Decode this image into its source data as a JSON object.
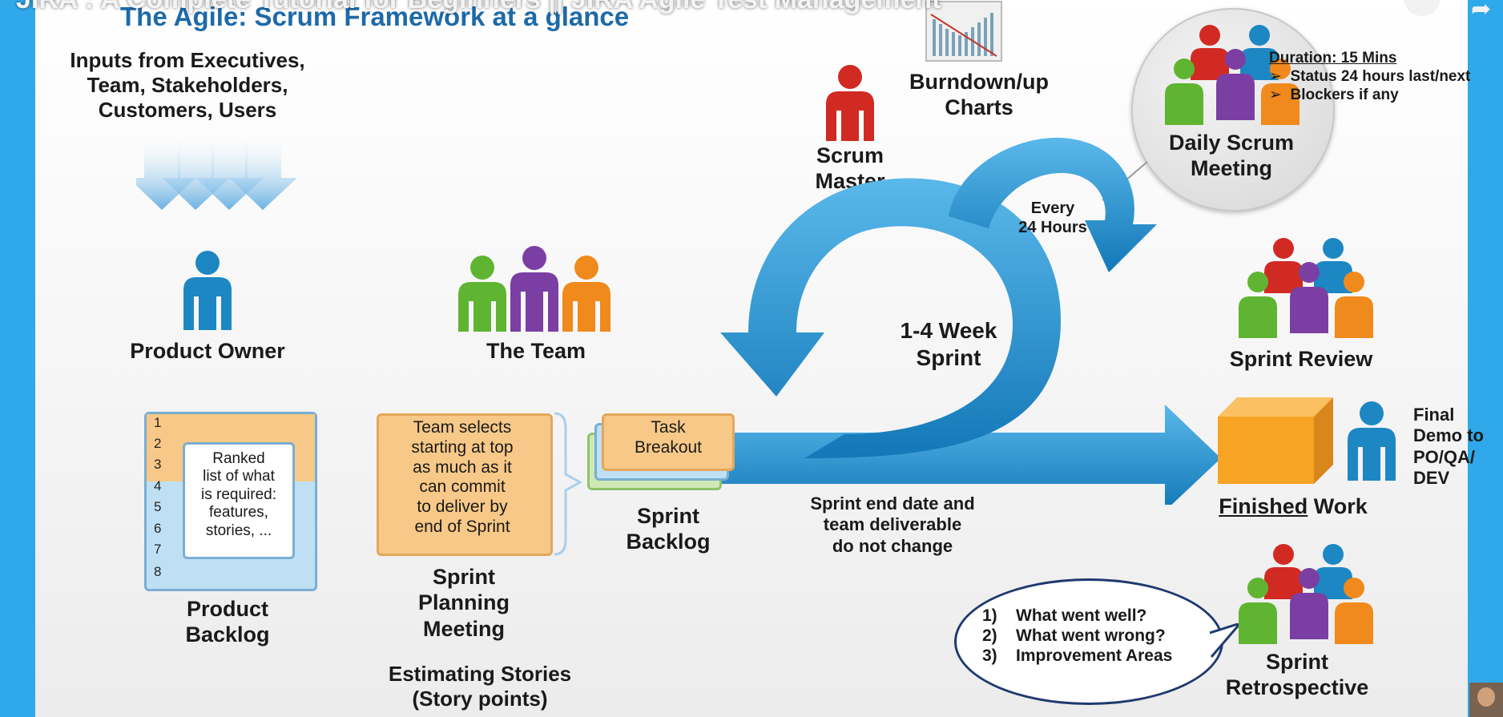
{
  "video": {
    "title": "JIRA : A Complete Tutorial for Beginners || JIRA Agile Test Management"
  },
  "slide": {
    "title": "The Agile: Scrum Framework at a glance",
    "inputs": [
      "Inputs from Executives,",
      "Team, Stakeholders,",
      "Customers, Users"
    ],
    "product_owner": "Product Owner",
    "the_team": "The Team",
    "scrum_master": [
      "Scrum",
      "Master"
    ],
    "burndown": [
      "Burndown/up",
      "Charts"
    ],
    "daily_scrum": [
      "Daily Scrum",
      "Meeting"
    ],
    "duration": {
      "heading": "Duration: 15 Mins",
      "items": [
        "Status 24 hours last/next",
        "Blockers if any"
      ],
      "bullet": "➢"
    },
    "every_24": [
      "Every",
      "24 Hours"
    ],
    "sprint_loop": [
      "1-4 Week",
      "Sprint"
    ],
    "sprint_review": "Sprint Review",
    "final_demo": [
      "Final",
      "Demo to",
      "PO/QA/",
      "DEV"
    ],
    "finished_work": {
      "underlined": "Finished",
      "rest": " Work"
    },
    "product_backlog": {
      "rows": [
        "1",
        "2",
        "3",
        "4",
        "5",
        "6",
        "7",
        "8"
      ],
      "card": [
        "Ranked",
        "list of what",
        "is required:",
        "features,",
        "stories, ..."
      ],
      "label": [
        "Product",
        "Backlog"
      ]
    },
    "sprint_planning": {
      "card": [
        "Team selects",
        "starting at top",
        "as much as it",
        "can commit",
        "to deliver by",
        "end of Sprint"
      ],
      "label": [
        "Sprint",
        "Planning",
        "Meeting"
      ],
      "estimating": [
        "Estimating Stories",
        "(Story points)"
      ]
    },
    "sprint_backlog": {
      "card": [
        "Task",
        "Breakout"
      ],
      "label": [
        "Sprint",
        "Backlog"
      ]
    },
    "sprint_end": [
      "Sprint end date and",
      "team deliverable",
      "do not change"
    ],
    "retro": {
      "items": [
        {
          "n": "1)",
          "text": "What went well?"
        },
        {
          "n": "2)",
          "text": "What went wrong?"
        },
        {
          "n": "3)",
          "text": "Improvement Areas"
        }
      ],
      "label": [
        "Sprint",
        "Retrospective"
      ]
    }
  },
  "colors": {
    "blue_arrow": "#1e8fd0",
    "title_blue": "#1e6aa8",
    "person_blue": "#1d87c4",
    "person_red": "#d12a22",
    "person_green": "#5fb531",
    "person_purple": "#7b3fa3",
    "person_orange": "#f08a1c",
    "orange_card": "#f7c887",
    "backlog_blue": "#bfe0f4",
    "box_orange": "#f7a324"
  }
}
